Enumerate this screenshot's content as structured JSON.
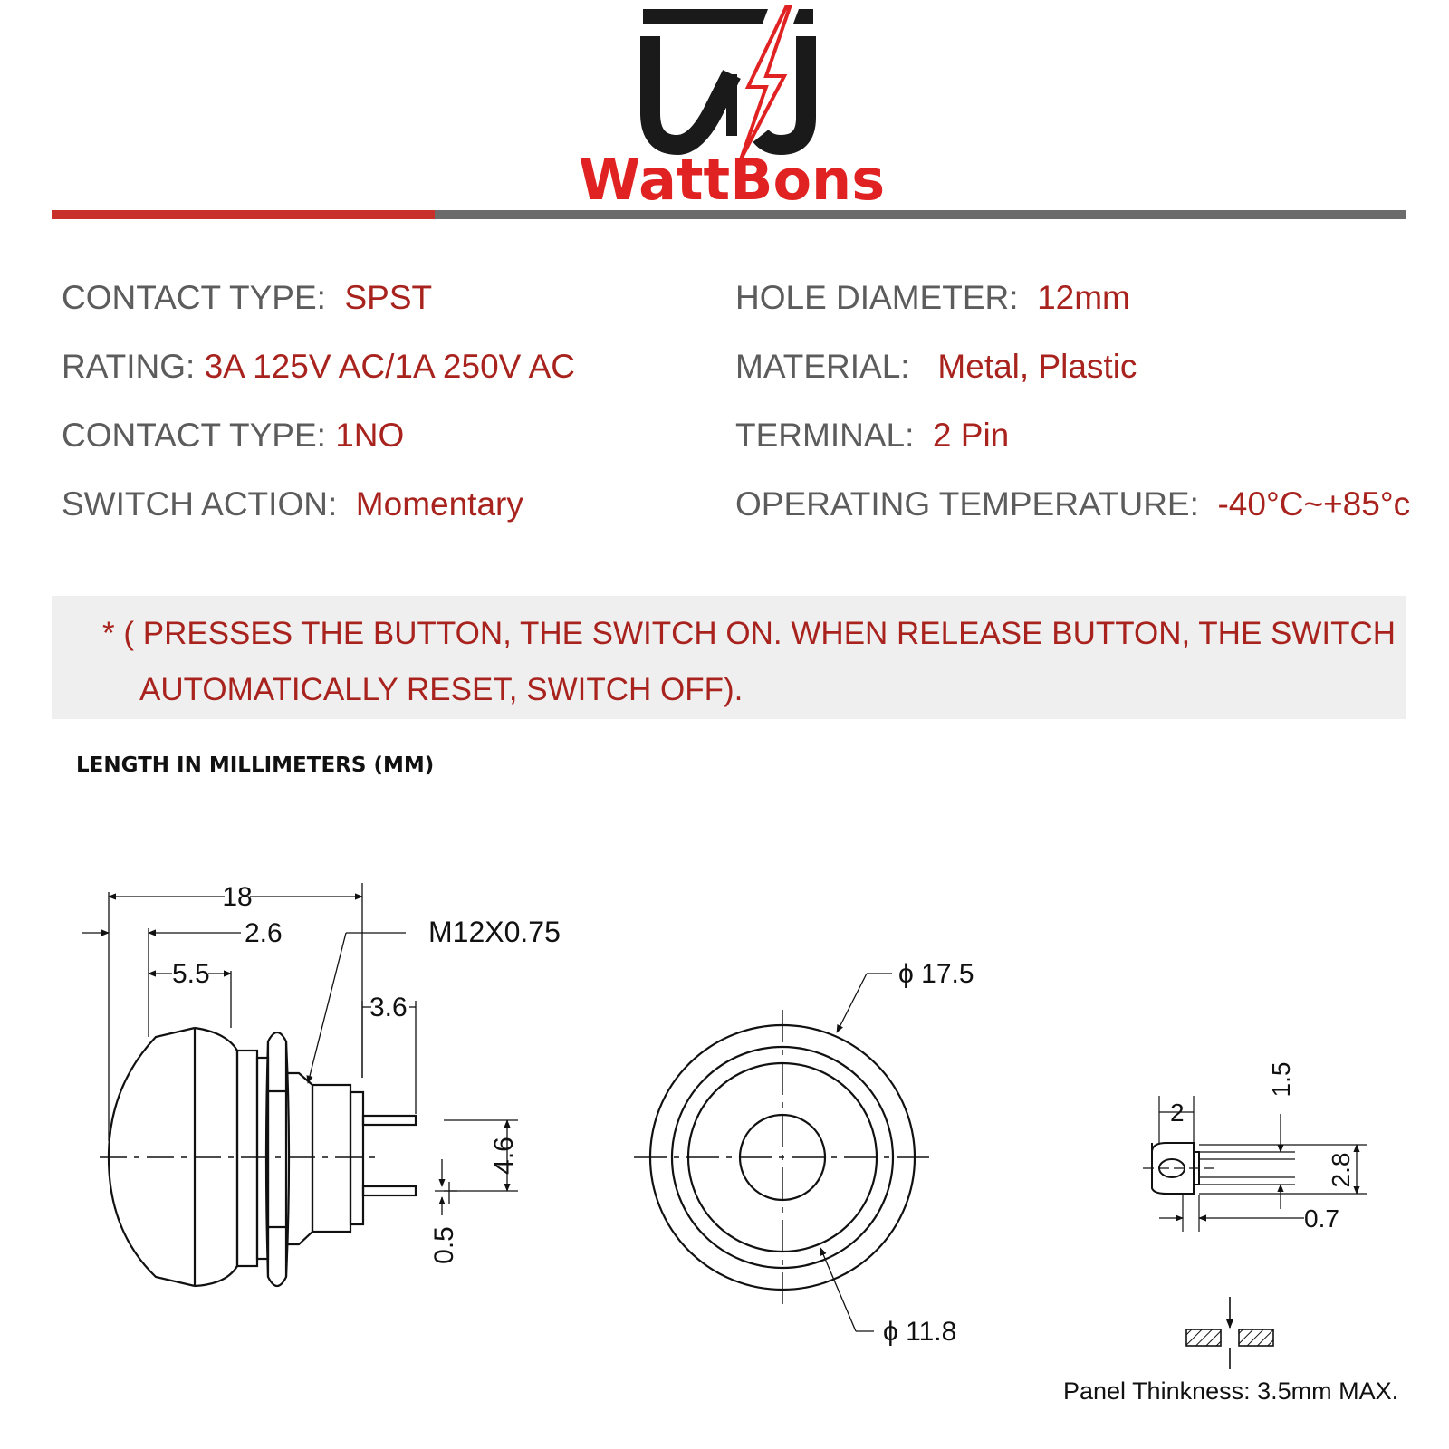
{
  "brand": {
    "name": "WattBons",
    "logo_icon": "wj-lightning-logo"
  },
  "colors": {
    "accent": "#c9302c",
    "value_text": "#a8231e",
    "label_text": "#5c5c5c",
    "divider_grey": "#6b6b6b"
  },
  "specs": {
    "left": [
      {
        "label": "CONTACT TYPE:",
        "value": "SPST"
      },
      {
        "label": "RATING:",
        "value": "3A 125V AC/1A 250V AC"
      },
      {
        "label": "CONTACT TYPE:",
        "value": "1NO"
      },
      {
        "label": "SWITCH ACTION:",
        "value": "Momentary"
      }
    ],
    "right": [
      {
        "label": "HOLE DIAMETER:",
        "value": "12mm"
      },
      {
        "label": "MATERIAL:",
        "value": "Metal, Plastic"
      },
      {
        "label": "TERMINAL:",
        "value": "2 Pin"
      },
      {
        "label": "OPERATING TEMPERATURE:",
        "value": "-40°C~+85°c"
      }
    ]
  },
  "note": {
    "line1": "*  ( PRESSES THE BUTTON, THE SWITCH ON. WHEN RELEASE BUTTON, THE SWITCH",
    "line2": "AUTOMATICALLY RESET, SWITCH OFF)."
  },
  "units_heading": "LENGTH IN MILLIMETERS (MM)",
  "dimensions": {
    "side_view": {
      "d_18": "18",
      "d_2_6": "2.6",
      "d_5_5": "5.5",
      "d_3_6": "3.6",
      "thread": "M12X0.75",
      "d_4_6": "4.6",
      "d_0_5": "0.5"
    },
    "front_view": {
      "outer_dia": "ϕ 17.5",
      "inner_dia": "ϕ 11.8"
    },
    "terminal_view": {
      "d_2": "2",
      "d_1_5": "1.5",
      "d_2_8": "2.8",
      "d_0_7": "0.7"
    },
    "panel": {
      "text": "Panel Thinkness: 3.5mm MAX."
    }
  }
}
